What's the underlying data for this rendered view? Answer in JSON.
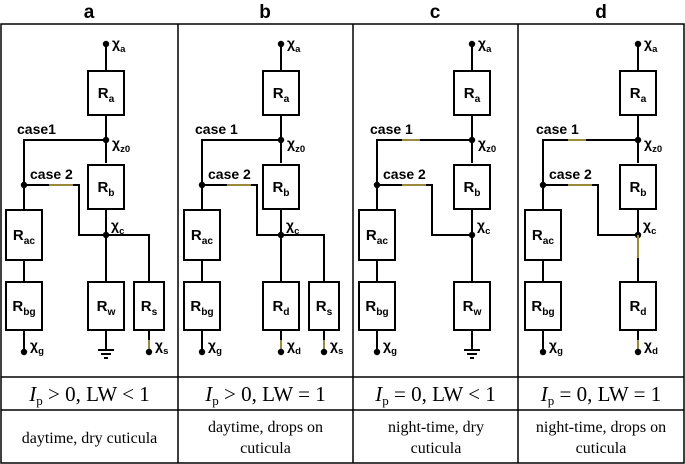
{
  "panels": [
    {
      "letter": "a",
      "symbols": {
        "top": "χa",
        "mid": "χz0",
        "node": "χc",
        "ground": "χg",
        "right": "χs",
        "bottom_mid": ""
      },
      "labels": {
        "case1": "case1",
        "case2": "case 2"
      },
      "resistors": {
        "top": "Ra",
        "mid": "Rb",
        "left_top": "Rac",
        "left_bottom": "Rbg",
        "center": "Rw",
        "right": "Rs"
      },
      "condition": {
        "ip": "I",
        "sub": "p",
        "rest": " > 0, LW < 1"
      },
      "description": "daytime, dry cuticula"
    },
    {
      "letter": "b",
      "symbols": {
        "top": "χa",
        "mid": "χz0",
        "node": "χc",
        "ground": "χg",
        "right": "χs",
        "bottom_mid": "χd"
      },
      "labels": {
        "case1": "case 1",
        "case2": "case 2"
      },
      "resistors": {
        "top": "Ra",
        "mid": "Rb",
        "left_top": "Rac",
        "left_bottom": "Rbg",
        "center": "Rd",
        "right": "Rs"
      },
      "condition": {
        "ip": "I",
        "sub": "p",
        "rest": " > 0, LW = 1"
      },
      "description": "daytime, drops on cuticula"
    },
    {
      "letter": "c",
      "symbols": {
        "top": "χa",
        "mid": "χz0",
        "node": "χc",
        "ground": "χg",
        "right": "",
        "bottom_mid": ""
      },
      "labels": {
        "case1": "case 1",
        "case2": "case 2"
      },
      "resistors": {
        "top": "Ra",
        "mid": "Rb",
        "left_top": "Rac",
        "left_bottom": "Rbg",
        "center": "Rw",
        "right": ""
      },
      "condition": {
        "ip": "I",
        "sub": "p",
        "rest": " = 0, LW < 1"
      },
      "description": "night-time, dry cuticula"
    },
    {
      "letter": "d",
      "symbols": {
        "top": "χa",
        "mid": "χz0",
        "node": "χc",
        "ground": "χg",
        "right": "",
        "bottom_mid": "χd"
      },
      "labels": {
        "case1": "case 1",
        "case2": "case 2"
      },
      "resistors": {
        "top": "Ra",
        "mid": "Rb",
        "left_top": "Rac",
        "left_bottom": "Rbg",
        "center": "Rd",
        "right": ""
      },
      "condition": {
        "ip": "I",
        "sub": "p",
        "rest": " = 0, LW = 1"
      },
      "description": "night-time, drops on cuticula"
    }
  ],
  "colors": {
    "wire": "#000000",
    "highlight": "#9c8a3c",
    "border": "#000000"
  }
}
